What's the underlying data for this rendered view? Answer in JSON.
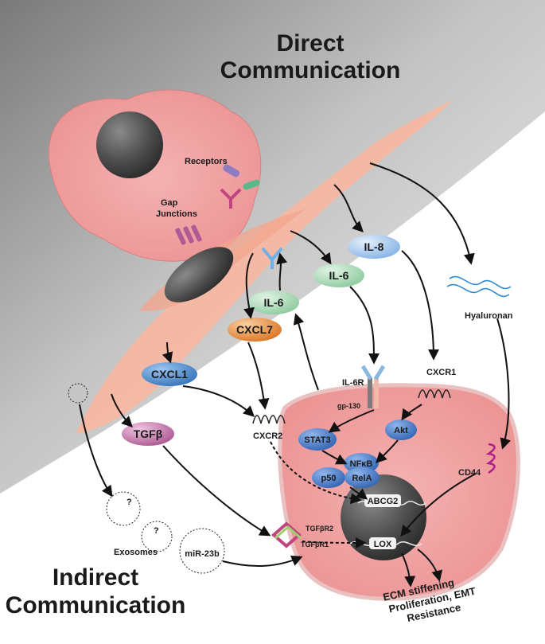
{
  "titles": {
    "direct_line1": "Direct",
    "direct_line2": "Communication",
    "indirect_line1": "Indirect",
    "indirect_line2": "Communication"
  },
  "labels": {
    "receptors": "Receptors",
    "gap_line1": "Gap",
    "gap_line2": "Junctions",
    "hyaluronan": "Hyaluronan",
    "exosomes": "Exosomes",
    "mir23b": "miR-23b",
    "il6r": "IL-6R",
    "gp130": "gp-130",
    "cxcr1": "CXCR1",
    "cxcr2": "CXCR2",
    "cd44": "CD44",
    "tgfbr2": "TGFβR2",
    "tgfbr1": "TGFβR1",
    "abcg2": "ABCG2",
    "lox": "LOX",
    "outcome1": "ECM stiffening",
    "outcome2": "Proliferation, EMT",
    "outcome3": "Resistance",
    "q": "?"
  },
  "molecules": {
    "il8": "IL-8",
    "il6_a": "IL-6",
    "il6_b": "IL-6",
    "cxcl7": "CXCL7",
    "cxcl1": "CXCL1",
    "tgfb": "TGFβ",
    "stat3": "STAT3",
    "akt": "Akt",
    "nfkb": "NFκB",
    "p50": "p50",
    "rela": "RelA"
  },
  "colors": {
    "cell_pink": "#f0a3a3",
    "fibroblast": "#f6b8a2",
    "nucleus": "#4d4d4d",
    "green_oval": "#a8d7b3",
    "blue_oval": "#a9c9ea",
    "orange_oval": "#e8883a",
    "cxcl1_oval": "#4b8ed0",
    "tgfb_oval": "#c377ad",
    "signal_blue": "#3f77cc"
  }
}
